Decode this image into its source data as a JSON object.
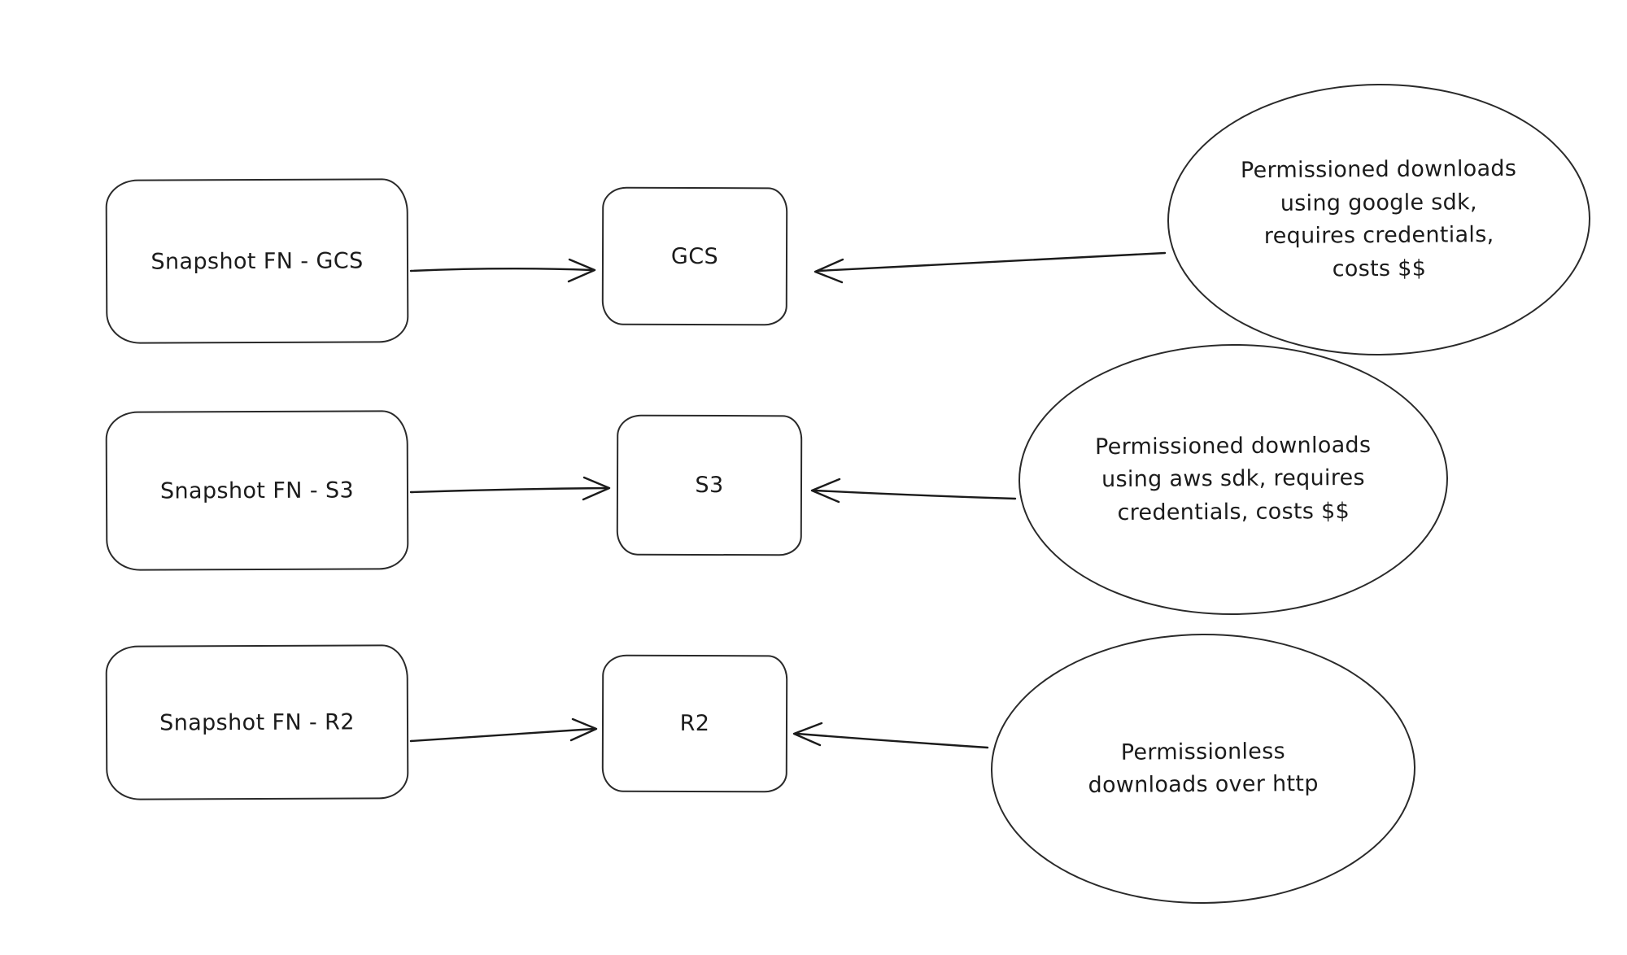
{
  "diagram": {
    "background": "#ffffff",
    "stroke_color": "#1b1b1b",
    "rows": [
      {
        "source": "Snapshot FN - GCS",
        "target": "GCS",
        "note": "Permissioned downloads\nusing google sdk,\nrequires credentials,\ncosts $$"
      },
      {
        "source": "Snapshot FN - S3",
        "target": "S3",
        "note": "Permissioned downloads\nusing aws sdk, requires\ncredentials, costs $$"
      },
      {
        "source": "Snapshot FN - R2",
        "target": "R2",
        "note": "Permissionless\ndownloads over http"
      }
    ]
  }
}
